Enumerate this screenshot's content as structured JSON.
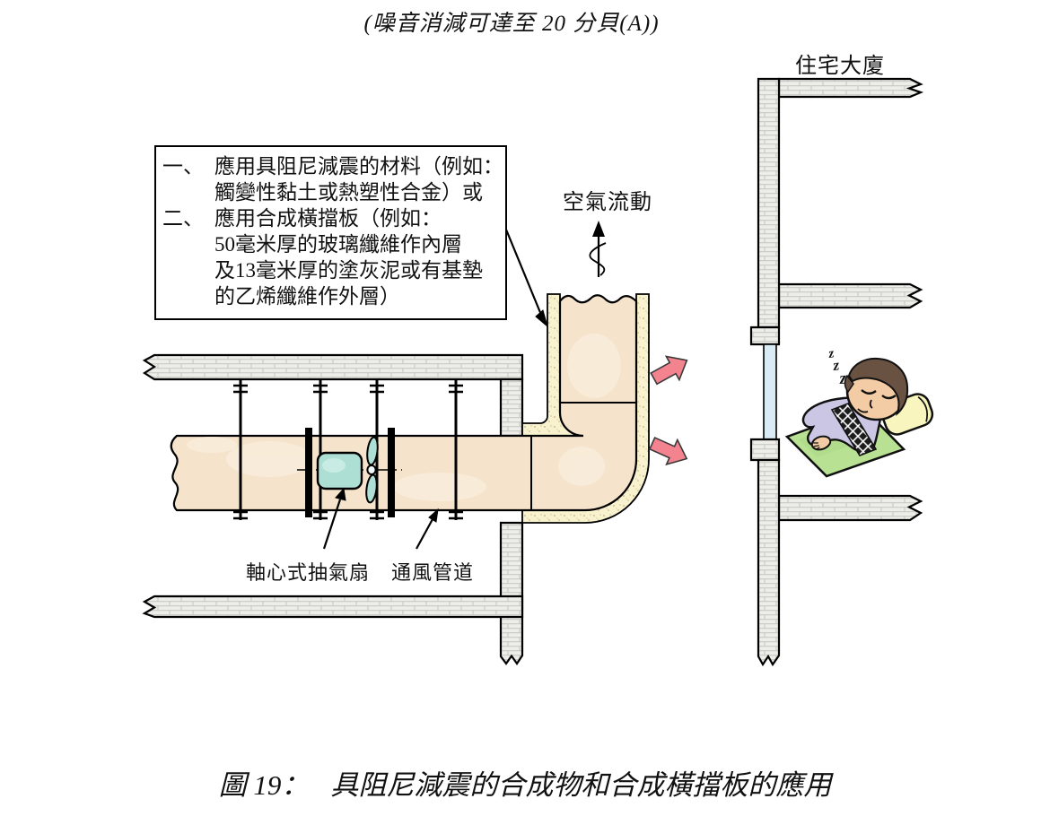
{
  "title": "(噪音消減可達至 20 分貝(A))",
  "note_box": {
    "items": [
      {
        "num": "一、",
        "lines": [
          "應用具阻尼減震的材料（例如：",
          "觸變性黏土或熱塑性合金）或"
        ]
      },
      {
        "num": "二、",
        "lines": [
          "應用合成橫擋板（例如：",
          "50毫米厚的玻璃纖維作內層",
          "及13毫米厚的塗灰泥或有基墊",
          "的乙烯纖維作外層）"
        ]
      }
    ]
  },
  "labels": {
    "air_flow": "空氣流動",
    "building": "住宅大廈",
    "axial_fan": "軸心式抽氣扇",
    "vent_duct": "通風管道"
  },
  "person": {
    "zzz": [
      "z",
      "z",
      "z"
    ]
  },
  "caption": {
    "figure": "圖 19：",
    "text": "具阻尼減震的合成物和合成橫擋板的應用"
  },
  "colors": {
    "duct_fill": "#F5E3CB",
    "duct_mottle": "#FAEEDD",
    "insulation_fill": "#F8F2CF",
    "wall_fill": "#EDEDE9",
    "fan_teal": "#ADDFD5",
    "arrow_pink": "#F2838F",
    "window_blue": "#D9ECF5",
    "mat_green": "#B9E194",
    "pillow_yellow": "#F8F5BE",
    "shirt_purple": "#CAC6E3",
    "skin": "#F3CBA4",
    "hair_brown": "#6A5243"
  }
}
